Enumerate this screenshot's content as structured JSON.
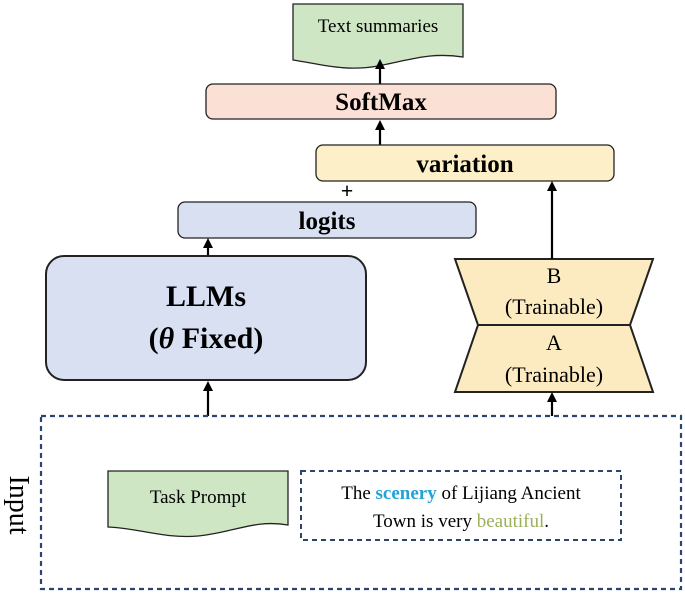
{
  "output": {
    "label": "Text summaries"
  },
  "softmax": {
    "label": "SoftMax"
  },
  "variation": {
    "label": "variation"
  },
  "plus_sign": "+",
  "logits": {
    "label": "logits"
  },
  "llm": {
    "line1": "LLMs",
    "theta": "θ",
    "fixed": " Fixed)",
    "paren_open": "("
  },
  "lora": {
    "b_line1": "B",
    "b_line2": "(Trainable)",
    "a_line1": "A",
    "a_line2": "(Trainable)"
  },
  "input": {
    "side_label": "Input",
    "task_prompt": "Task Prompt",
    "sentence": {
      "w1": "The ",
      "w2": "scenery",
      "w3": " of Lijiang Ancient",
      "w4": "Town is very ",
      "w5": "beautiful",
      "w6": "."
    }
  },
  "colors": {
    "output_fill": "#cfe6c4",
    "softmax_fill": "#fbe0d6",
    "variation_fill": "#fdf0c8",
    "logits_fill": "#d8e0f1",
    "llm_fill": "#d8e0f1",
    "lora_fill": "#fcebc0",
    "task_prompt_fill": "#cfe6c4",
    "dashed_border": "#2a4670",
    "highlight_blue": "#22a2d6",
    "highlight_green": "#9bb05a"
  }
}
